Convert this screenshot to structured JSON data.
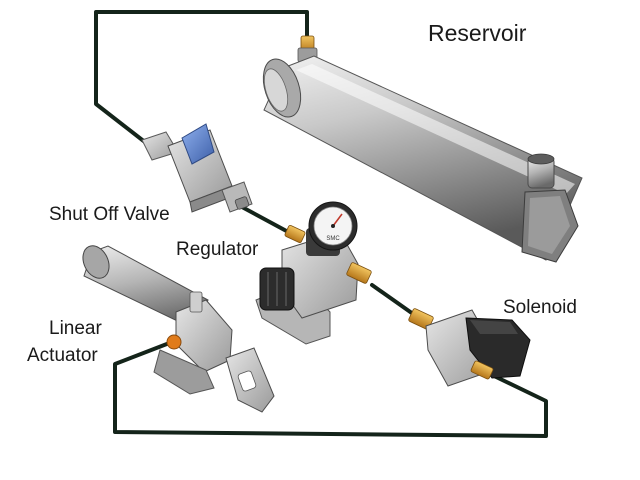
{
  "labels": {
    "reservoir": "Reservoir",
    "shut_off_valve": "Shut Off Valve",
    "regulator": "Regulator",
    "solenoid": "Solenoid",
    "linear": "Linear",
    "actuator": "Actuator"
  },
  "gauge_mark": "SMC",
  "colors": {
    "tube": "#14241a",
    "metal_light": "#e4e4e4",
    "metal_mid": "#a8a8a8",
    "metal_dark": "#5e5e5e",
    "brass": "#d99a2b",
    "valve_handle": "#5b7fc8",
    "solenoid_coil": "#2a2a2a",
    "background": "#ffffff"
  },
  "icons": [
    "reservoir-cylinder",
    "shut-off-valve",
    "pressure-regulator",
    "solenoid-valve",
    "linear-actuator"
  ]
}
